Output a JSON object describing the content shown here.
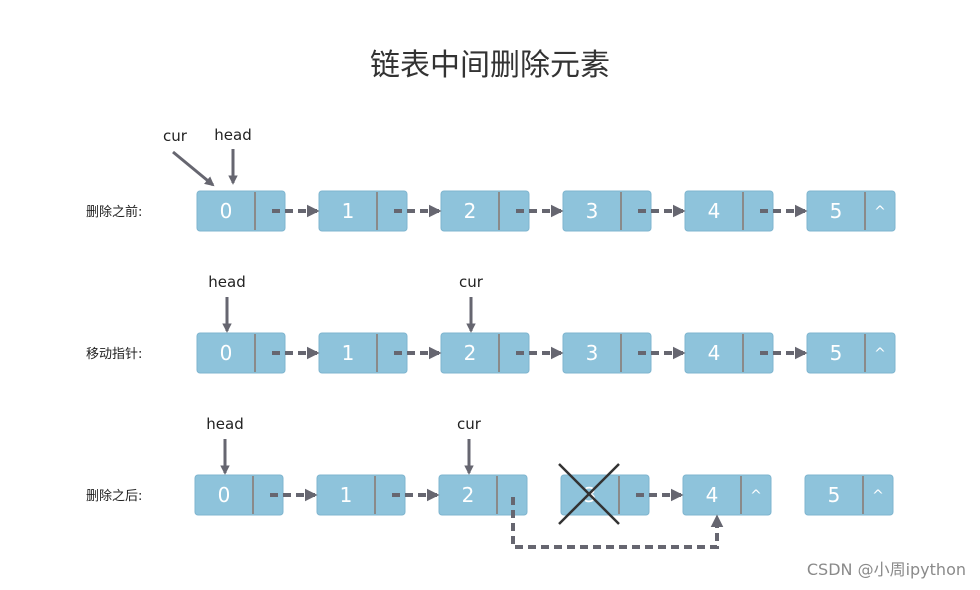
{
  "title": "链表中间删除元素",
  "rows": [
    {
      "label": "删除之前:",
      "values": [
        "0",
        "1",
        "2",
        "3",
        "4",
        "5"
      ],
      "null_text": "^",
      "pointers": [
        {
          "text": "cur",
          "node": 0,
          "style": "diagonal"
        },
        {
          "text": "head",
          "node": 0,
          "style": "vertical"
        }
      ]
    },
    {
      "label": "移动指针:",
      "values": [
        "0",
        "1",
        "2",
        "3",
        "4",
        "5"
      ],
      "null_text": "^",
      "pointers": [
        {
          "text": "head",
          "node": 0,
          "style": "vertical"
        },
        {
          "text": "cur",
          "node": 2,
          "style": "vertical"
        }
      ]
    },
    {
      "label": "删除之后:",
      "values": [
        "0",
        "1",
        "2",
        "3",
        "4",
        "5"
      ],
      "null_text": "^",
      "pointers": [
        {
          "text": "head",
          "node": 0,
          "style": "vertical"
        },
        {
          "text": "cur",
          "node": 2,
          "style": "vertical"
        }
      ]
    }
  ],
  "watermark": "CSDN @小周ipython",
  "colors": {
    "node_fill": "#8ec3db",
    "node_stroke": "#7fb5cf",
    "divider": "#8a8a8a",
    "arrow": "#666670",
    "cross": "#333333"
  }
}
